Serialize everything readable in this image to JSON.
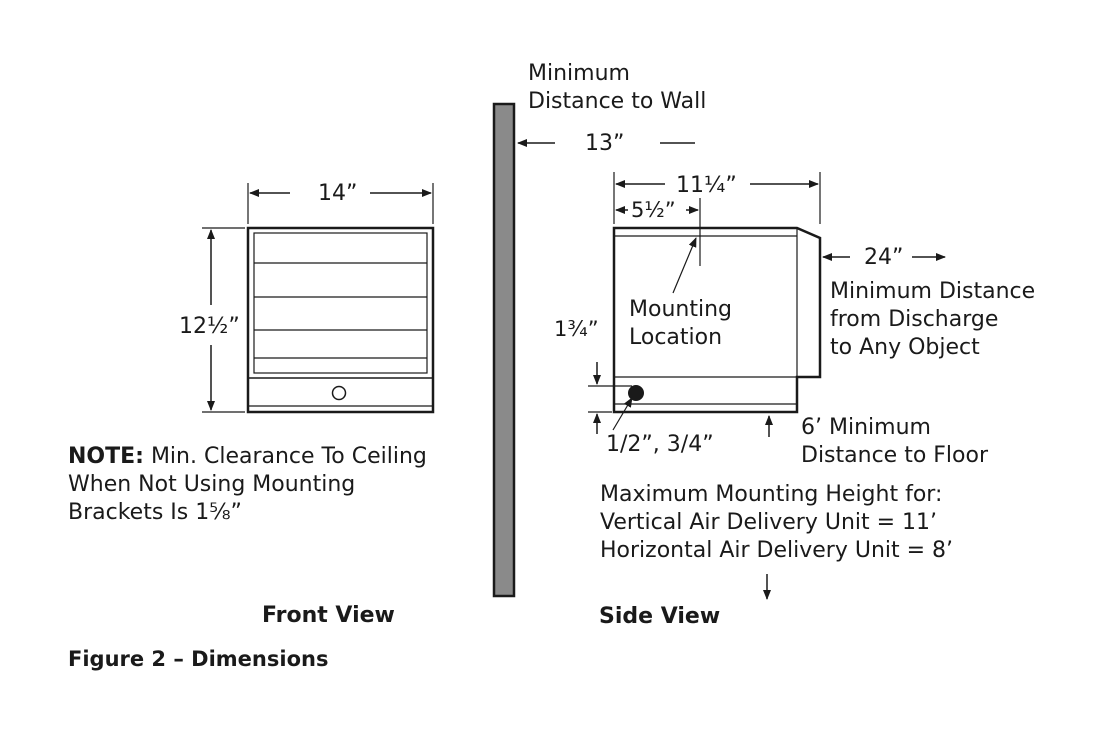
{
  "wall": {
    "label_line1": "Minimum",
    "label_line2": "Distance to Wall",
    "clearance": "13”"
  },
  "front_view": {
    "title": "Front View",
    "width": "14”",
    "height": "12½”",
    "note_bold": "NOTE:",
    "note_line1": " Min. Clearance To Ceiling",
    "note_line2": "When Not Using Mounting",
    "note_line3": "Brackets Is 1⅝”"
  },
  "side_view": {
    "title": "Side View",
    "depth": "11¼”",
    "mount_offset": "5½”",
    "discharge_clearance": "24”",
    "discharge_line1": "Minimum Distance",
    "discharge_line2": "from Discharge",
    "discharge_line3": "to Any Object",
    "mount_line1": "Mounting",
    "mount_line2": "Location",
    "bottom_offset": "1¾”",
    "hole_dims": "1/2”, 3/4”",
    "floor_line1": "6’ Minimum",
    "floor_line2": "Distance to Floor",
    "max_line1": "Maximum Mounting Height for:",
    "max_line2": "Vertical Air Delivery Unit = 11’",
    "max_line3": "Horizontal Air Delivery Unit = 8’"
  },
  "caption": "Figure 2 – Dimensions"
}
